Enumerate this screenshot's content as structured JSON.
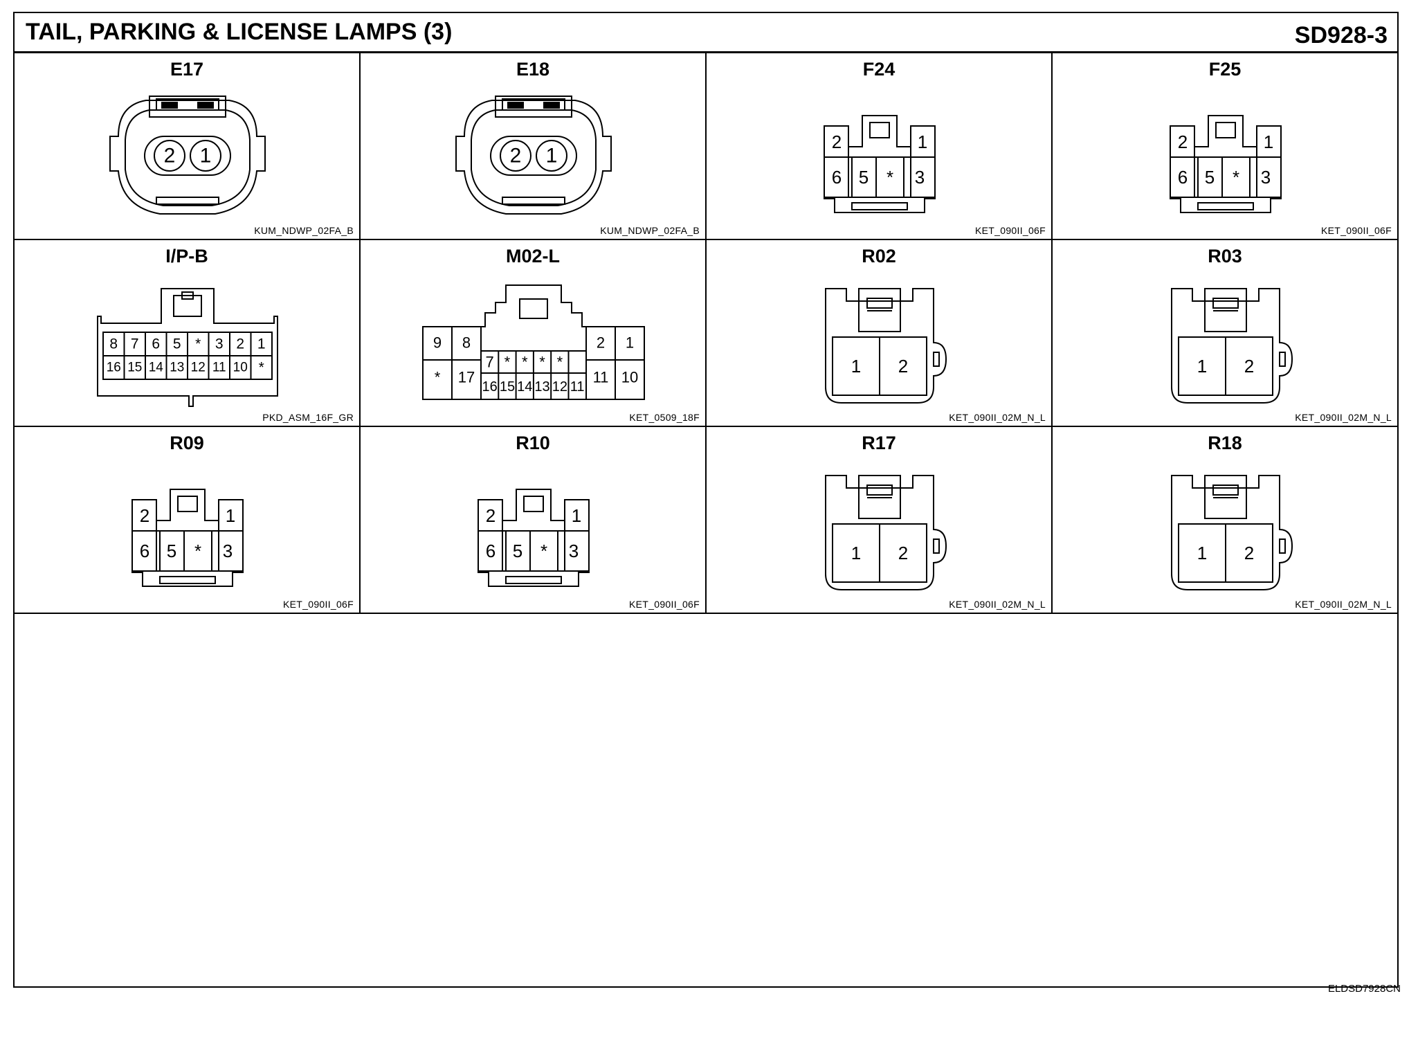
{
  "header": {
    "title": "TAIL, PARKING & LICENSE LAMPS (3)",
    "code": "SD928-3"
  },
  "footer": {
    "code": "ELDSD7928CN"
  },
  "connectors": [
    {
      "label": "E17",
      "part": "KUM_NDWP_02FA_B",
      "style": "round2",
      "pins": [
        "2",
        "1"
      ]
    },
    {
      "label": "E18",
      "part": "KUM_NDWP_02FA_B",
      "style": "round2",
      "pins": [
        "2",
        "1"
      ]
    },
    {
      "label": "F24",
      "part": "KET_090II_06F",
      "style": "six",
      "pins": [
        "2",
        "1",
        "6",
        "5",
        "*",
        "3"
      ]
    },
    {
      "label": "F25",
      "part": "KET_090II_06F",
      "style": "six",
      "pins": [
        "2",
        "1",
        "6",
        "5",
        "*",
        "3"
      ]
    },
    {
      "label": "I/P-B",
      "part": "PKD_ASM_16F_GR",
      "style": "sixteen",
      "pins": [
        "8",
        "7",
        "6",
        "5",
        "*",
        "3",
        "2",
        "1",
        "16",
        "15",
        "14",
        "13",
        "12",
        "11",
        "10",
        "*"
      ]
    },
    {
      "label": "M02-L",
      "part": "KET_0509_18F",
      "style": "eighteen",
      "pins": [
        "9",
        "8",
        "7",
        "*",
        "*",
        "*",
        "*",
        "2",
        "1",
        "*",
        "17",
        "16",
        "15",
        "14",
        "13",
        "12",
        "11",
        "10"
      ]
    },
    {
      "label": "R02",
      "part": "KET_090II_02M_N_L",
      "style": "two",
      "pins": [
        "1",
        "2"
      ]
    },
    {
      "label": "R03",
      "part": "KET_090II_02M_N_L",
      "style": "two",
      "pins": [
        "1",
        "2"
      ]
    },
    {
      "label": "R09",
      "part": "KET_090II_06F",
      "style": "six",
      "pins": [
        "2",
        "1",
        "6",
        "5",
        "*",
        "3"
      ]
    },
    {
      "label": "R10",
      "part": "KET_090II_06F",
      "style": "six",
      "pins": [
        "2",
        "1",
        "6",
        "5",
        "*",
        "3"
      ]
    },
    {
      "label": "R17",
      "part": "KET_090II_02M_N_L",
      "style": "two",
      "pins": [
        "1",
        "2"
      ]
    },
    {
      "label": "R18",
      "part": "KET_090II_02M_N_L",
      "style": "two",
      "pins": [
        "1",
        "2"
      ]
    }
  ]
}
